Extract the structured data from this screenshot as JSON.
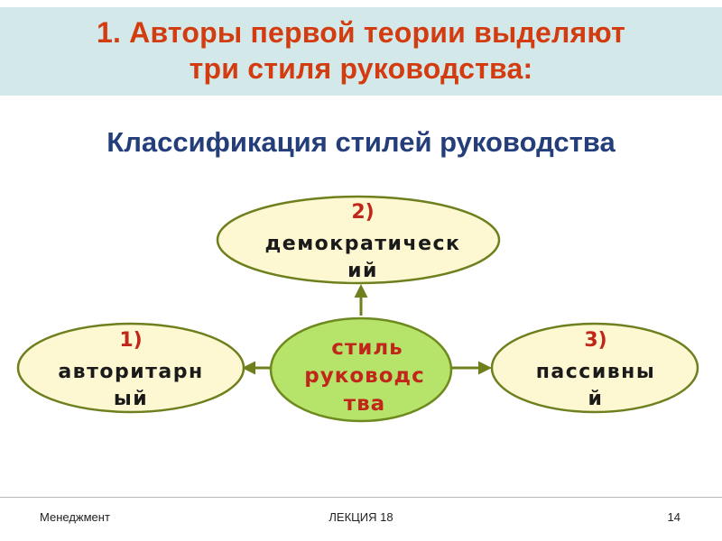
{
  "slide": {
    "title_line1": "1. Авторы первой теории выделяют",
    "title_line2": "три стиля руководства:",
    "subtitle": "Классификация стилей руководства"
  },
  "diagram": {
    "center": {
      "lines": [
        "стиль",
        "руководс",
        "тва"
      ]
    },
    "top_node": {
      "number": "2)",
      "lines": [
        "демократическ",
        "ий"
      ]
    },
    "left_node": {
      "number": "1)",
      "lines": [
        "авторитарн",
        "ый"
      ]
    },
    "right_node": {
      "number": "3)",
      "lines": [
        "пассивны",
        "й"
      ]
    },
    "colors": {
      "title_text": "#d23c10",
      "title_band": "#d3e9e9",
      "subtitle_text": "#233e7a",
      "ellipse_fill": "#fdf8d2",
      "ellipse_stroke": "#6e7f1e",
      "center_fill": "#b6e36a",
      "center_stroke": "#6e8a1e",
      "center_text": "#c0271a",
      "number_text": "#c0271a",
      "node_text": "#1a1a1a",
      "arrow": "#6e7f1e"
    }
  },
  "footer": {
    "left": "Менеджмент",
    "center": "ЛЕКЦИЯ 18",
    "right": "14"
  }
}
